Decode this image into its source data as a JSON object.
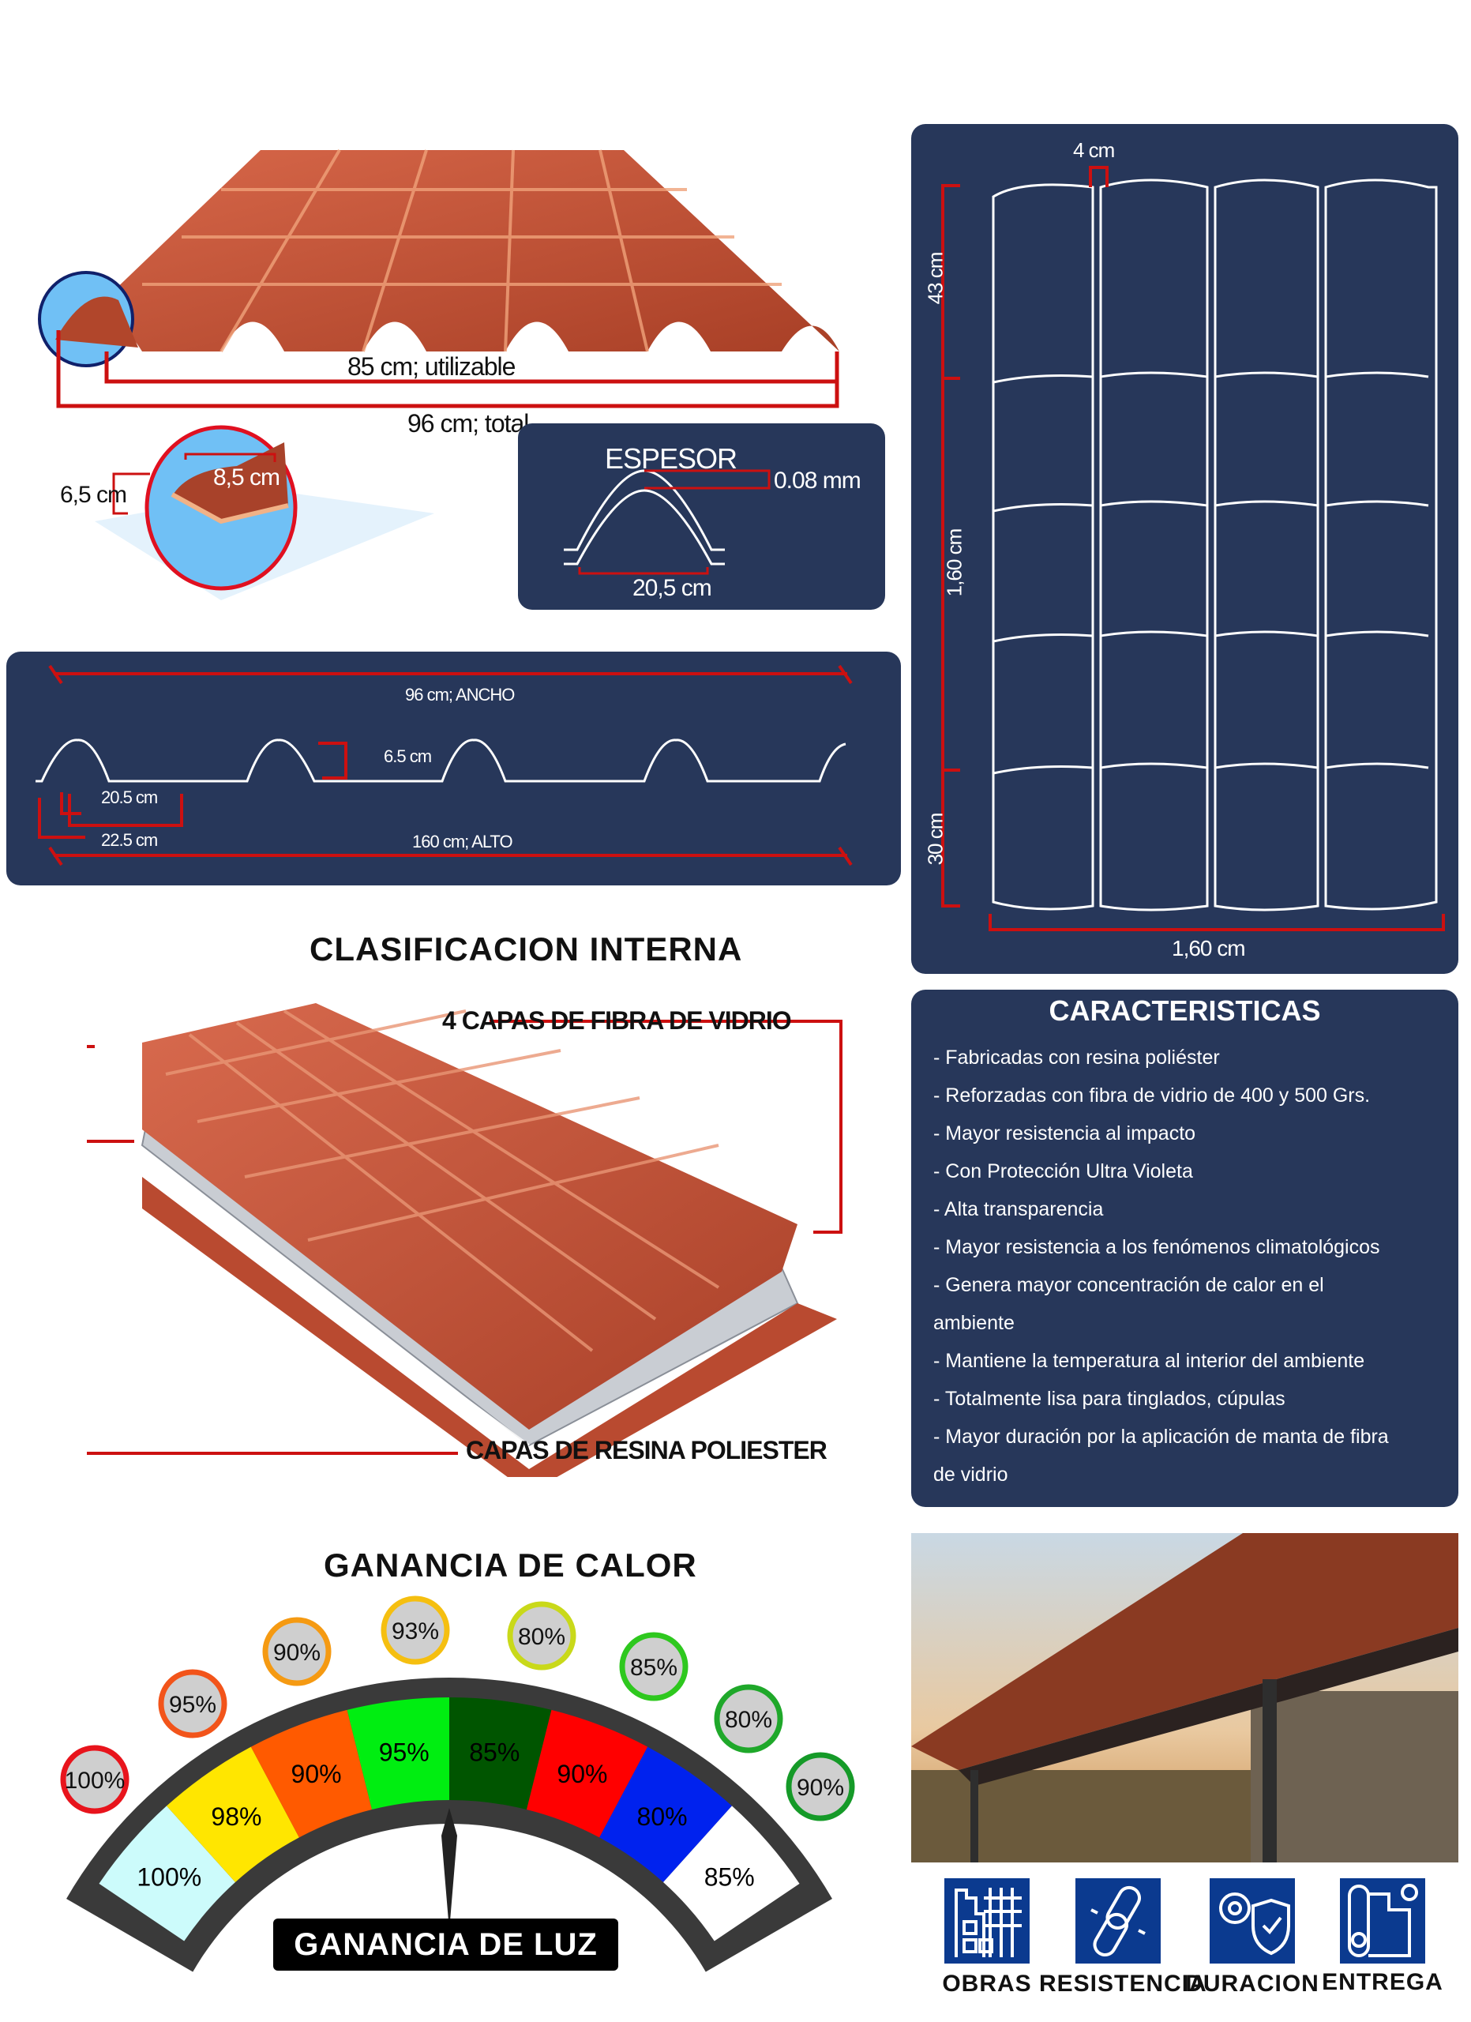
{
  "top_diagram": {
    "usable_width": "85 cm; utilizable",
    "total_width": "96 cm; total",
    "height_label": "6,5 cm",
    "ridge_label": "8,5 cm"
  },
  "espesor": {
    "title": "ESPESOR",
    "thickness": "0.08 mm",
    "width": "20,5 cm"
  },
  "profile": {
    "width_label": "96 cm; ANCHO",
    "height_label": "6.5 cm",
    "wave_label": "20.5 cm",
    "pitch_label": "22.5 cm",
    "length_label": "160 cm; ALTO"
  },
  "plan_view": {
    "gap_label": "4 cm",
    "top_row_label": "43 cm",
    "total_length_label": "1,60 cm",
    "bottom_row_label": "30 cm",
    "bottom_width_label": "1,60 cm"
  },
  "clasificacion": {
    "title": "CLASIFICACION INTERNA",
    "fiber_label": "4 CAPAS DE FIBRA DE VIDRIO",
    "resin_label": "CAPAS DE RESINA POLIESTER"
  },
  "caracteristicas": {
    "title": "CARACTERISTICAS",
    "items": [
      "-  Fabricadas con resina poliéster",
      "-  Reforzadas con fibra de vidrio de 400 y 500 Grs.",
      "-  Mayor resistencia al impacto",
      "-  Con Protección Ultra Violeta",
      "-  Alta transparencia",
      "-  Mayor resistencia a los fenómenos climatológicos",
      "-  Genera mayor concentración de calor en el",
      "ambiente",
      "-  Mantiene la temperatura al interior del ambiente",
      "-  Totalmente lisa para tinglados, cúpulas",
      "-  Mayor duración por la aplicación de manta de fibra",
      "de vidrio"
    ]
  },
  "gauge": {
    "title": "GANANCIA DE CALOR",
    "footer": "GANANCIA DE LUZ",
    "light_segments": [
      {
        "label": "100%",
        "color": "#ccfbfb"
      },
      {
        "label": "98%",
        "color": "#ffe600"
      },
      {
        "label": "90%",
        "color": "#ff5a00"
      },
      {
        "label": "95%",
        "color": "#00ee11"
      },
      {
        "label": "85%",
        "color": "#005500"
      },
      {
        "label": "90%",
        "color": "#ff0000"
      },
      {
        "label": "80%",
        "color": "#0022ee"
      },
      {
        "label": "85%",
        "color": "#ffffff"
      }
    ],
    "heat_circles": [
      {
        "label": "100%",
        "color": "#e8141c"
      },
      {
        "label": "95%",
        "color": "#f2541a"
      },
      {
        "label": "90%",
        "color": "#f59a12"
      },
      {
        "label": "93%",
        "color": "#f5bf10"
      },
      {
        "label": "80%",
        "color": "#c9d91a"
      },
      {
        "label": "85%",
        "color": "#2ec81e"
      },
      {
        "label": "80%",
        "color": "#1fa82a"
      },
      {
        "label": "90%",
        "color": "#159a28"
      }
    ]
  },
  "features": [
    {
      "label": "OBRAS",
      "icon": "building-icon"
    },
    {
      "label": "RESISTENCIA",
      "icon": "chain-link-icon"
    },
    {
      "label": "DURACION",
      "icon": "gear-shield-icon"
    },
    {
      "label": "ENTREGA",
      "icon": "roll-delivery-icon"
    }
  ],
  "colors": {
    "panel": "#27375a",
    "accent_red": "#cc1010",
    "tile": "#c8553a",
    "icon_blue": "#0b3a8f"
  }
}
